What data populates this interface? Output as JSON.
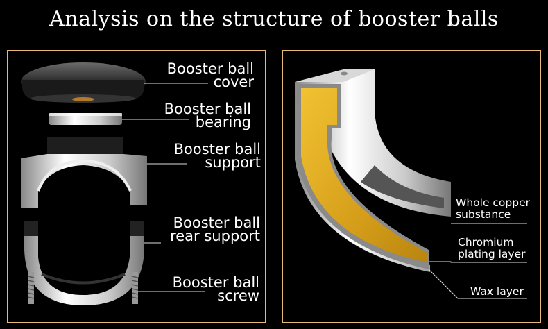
{
  "title": "Analysis on the structure of booster balls",
  "left_panel": {
    "labels": [
      {
        "line1": "Booster ball",
        "line2": "cover"
      },
      {
        "line1": "Booster ball",
        "line2": "bearing"
      },
      {
        "line1": "Booster ball",
        "line2": "support"
      },
      {
        "line1": "Booster ball",
        "line2": "rear support"
      },
      {
        "line1": "Booster ball",
        "line2": "screw"
      }
    ]
  },
  "right_panel": {
    "labels": [
      {
        "line1": "Whole copper",
        "line2": "substance"
      },
      {
        "line1": "Chromium",
        "line2": "plating layer"
      },
      {
        "line1": "Wax layer",
        "line2": ""
      }
    ]
  },
  "colors": {
    "frame": "#e8b878",
    "copper": "#d9a21c",
    "chrome": "#9a9a9a",
    "background": "#000000"
  }
}
